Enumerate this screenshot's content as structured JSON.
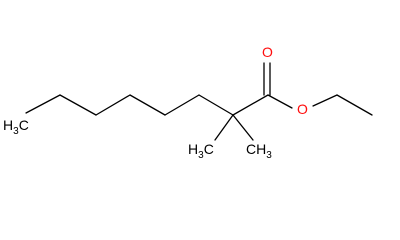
{
  "molecule": {
    "atoms": {
      "terminal_methyl": {
        "main": "H",
        "sub": "3",
        "tail": "C"
      },
      "gem_methyl_left": {
        "main": "H",
        "sub": "3",
        "tail": "C"
      },
      "gem_methyl_right": {
        "main": "CH",
        "sub": "3"
      },
      "carbonyl_oxygen": {
        "main": "O"
      },
      "ester_oxygen": {
        "main": "O"
      }
    },
    "colors": {
      "bond": "#000000",
      "oxygen": "#ff0d0d"
    }
  }
}
